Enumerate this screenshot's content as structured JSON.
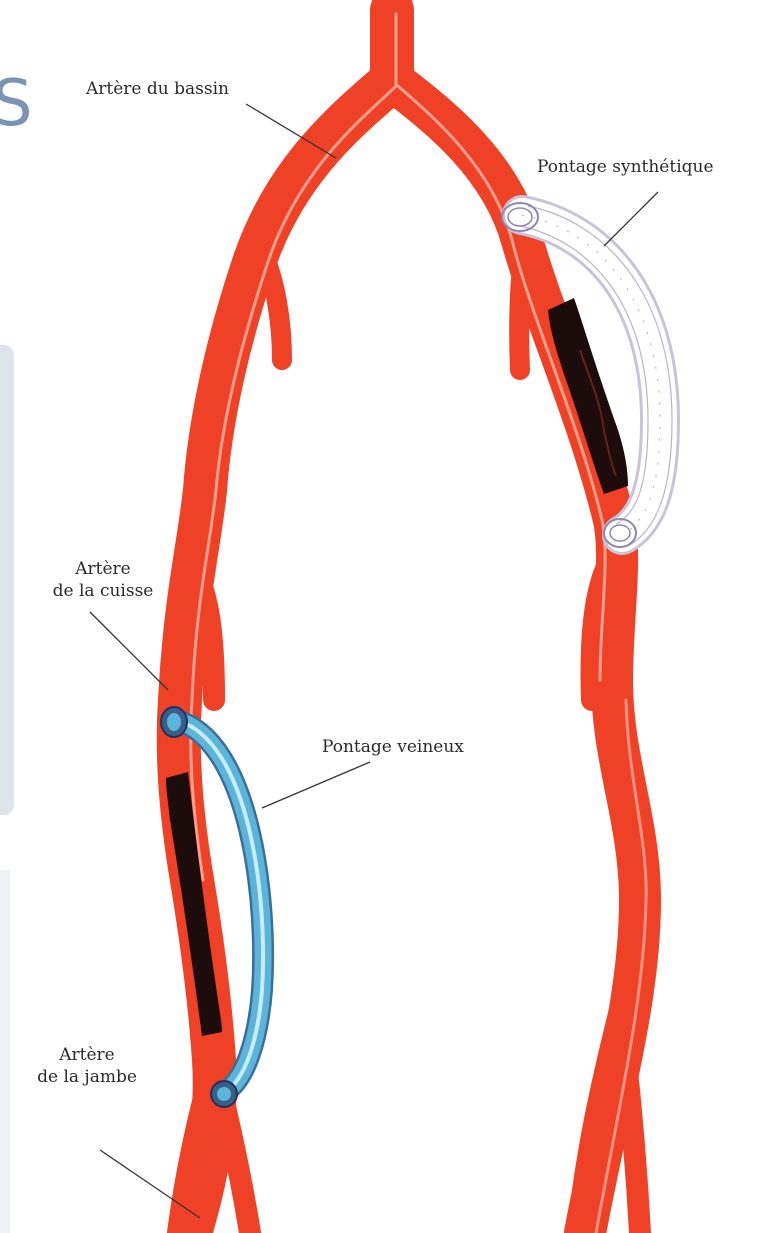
{
  "labels": {
    "pelvic_artery": "Artère du bassin",
    "synthetic_bypass": "Pontage synthétique",
    "thigh_artery_line1": "Artère",
    "thigh_artery_line2": "de la cuisse",
    "venous_bypass": "Pontage veineux",
    "leg_artery_line1": "Artère",
    "leg_artery_line2": "de la jambe"
  },
  "edge_letter": "S",
  "colors": {
    "artery": "#ee4126",
    "artery_dark": "#c9301b",
    "artery_highlight": "#ffb7a6",
    "occlusion": "#1c0c0c",
    "synthetic_graft": "#c8c2dc",
    "venous_graft": "#5bb4da",
    "venous_graft_dark": "#3b6f9a",
    "leader_line": "#333333"
  }
}
